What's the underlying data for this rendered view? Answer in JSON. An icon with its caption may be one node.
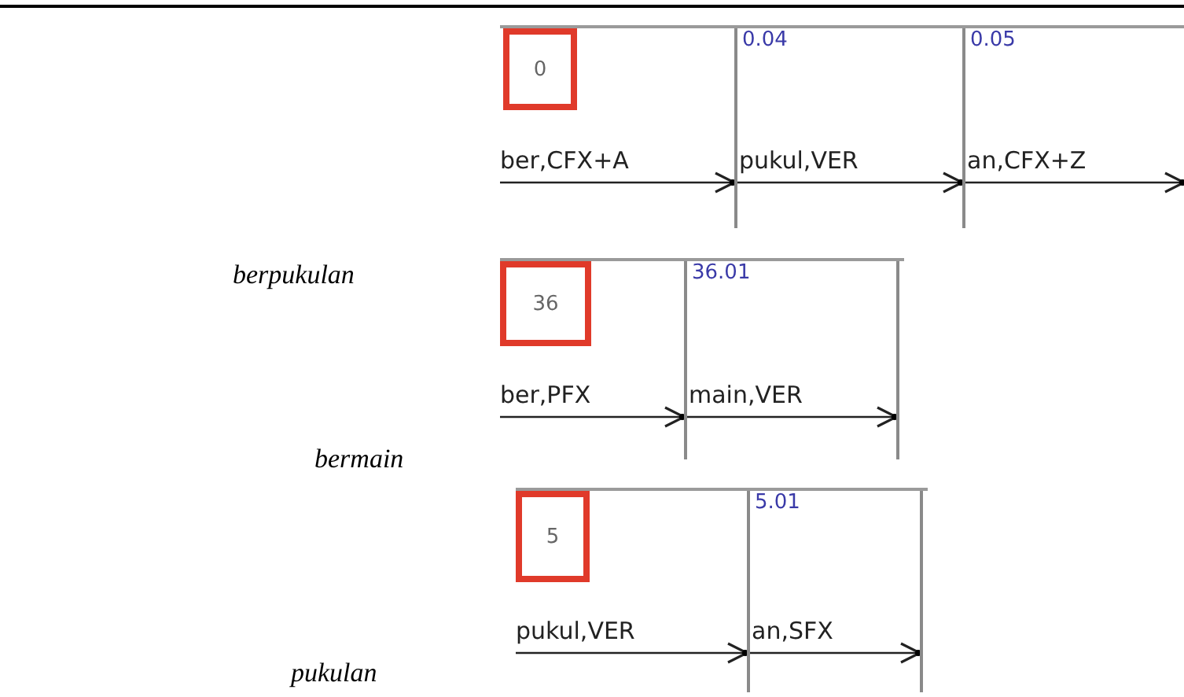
{
  "diagram": {
    "nodes": [
      {
        "text": [
          "0"
        ]
      },
      {
        "text": [
          "0.04"
        ]
      },
      {
        "text": [
          "0.05"
        ]
      },
      {
        "text": [
          "36"
        ]
      },
      {
        "text": [
          "36.01"
        ]
      },
      {
        "text": [],
        "shape": "bar"
      },
      {
        "text": [
          "5"
        ]
      },
      {
        "text": [
          "5.01"
        ]
      },
      {
        "text": [],
        "shape": "bar"
      }
    ],
    "edges": [
      {
        "from": 0,
        "to": 1,
        "arrow": "to",
        "label": "ber,CFX+A"
      },
      {
        "from": 1,
        "to": 2,
        "arrow": "to",
        "label": "pukul,VER"
      },
      {
        "from": 2,
        "to": null,
        "arrow": "to",
        "label": "an,CFX+Z"
      },
      {
        "from": 3,
        "to": 4,
        "arrow": "to",
        "label": "ber,PFX"
      },
      {
        "from": 4,
        "to": 5,
        "arrow": "to",
        "label": "main,VER"
      },
      {
        "from": 6,
        "to": 7,
        "arrow": "to",
        "label": "pukul,VER"
      },
      {
        "from": 7,
        "to": 8,
        "arrow": "to",
        "label": "an,SFX"
      }
    ],
    "labels": [
      "berpukulan",
      "bermain",
      "pukulan"
    ]
  }
}
